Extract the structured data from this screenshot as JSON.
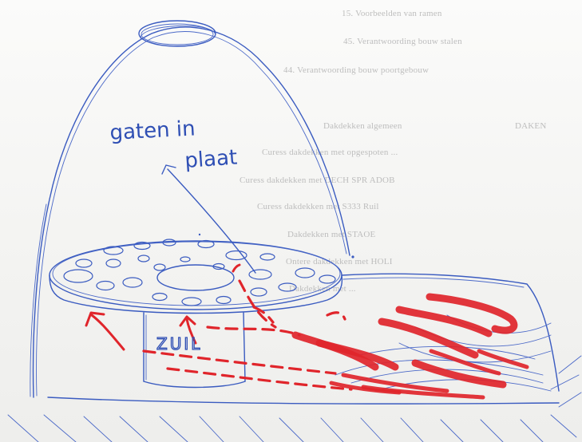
{
  "background_text": [
    "15. Voorbeelden van ramen",
    "45. Verantwoording bouw stalen",
    "44. Verantwoording bouw poortgebouw",
    "DAKEN",
    "Dakdekken algemeen",
    "Curess dakdekken met opgespoten ...",
    "Curess dakdekken met DECH SPR ADOB",
    "Curess dakdekken met S333 Ruil",
    "Dakdekken met STAOE",
    "Ontere dakdekken met HOLI",
    "Dakdekken met ..."
  ],
  "annotations": {
    "gaten_in": "gaten in",
    "plaat": "plaat",
    "zuil": "ZUIL"
  },
  "colors": {
    "pen": "#3a5bc0",
    "marker": "#e0252b",
    "paper": "#f4f4f2"
  }
}
